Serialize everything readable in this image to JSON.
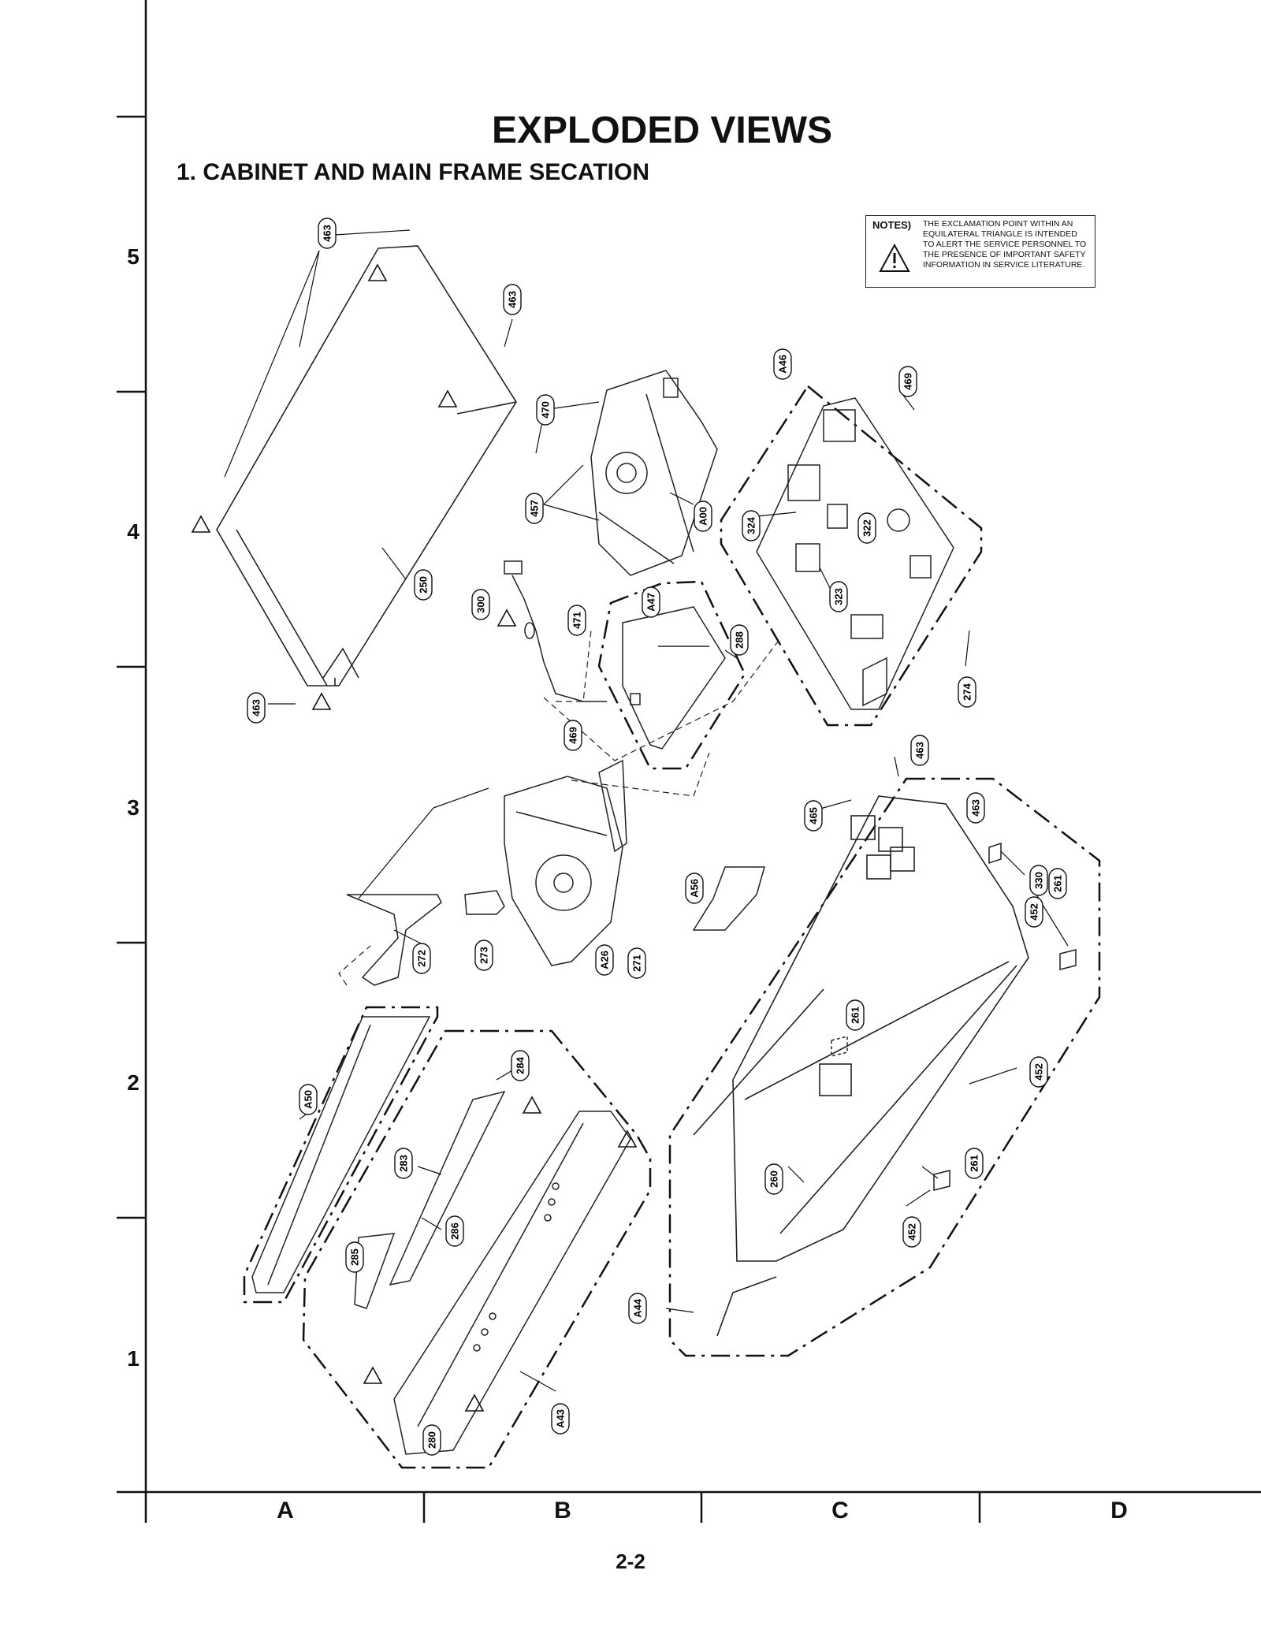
{
  "title": "EXPLODED VIEWS",
  "subtitle": "1. CABINET AND MAIN FRAME SECATION",
  "page_number": "2-2",
  "notes": {
    "heading": "NOTES)",
    "text": "THE EXCLAMATION POINT WITHIN AN EQUILATERAL TRIANGLE IS INTENDED TO ALERT THE SERVICE PERSONNEL TO THE PRESENCE OF IMPORTANT SAFETY INFORMATION IN SERVICE LITERATURE."
  },
  "grid_rows": [
    "5",
    "4",
    "3",
    "2",
    "1"
  ],
  "grid_columns": [
    "A",
    "B",
    "C",
    "D"
  ],
  "part_callouts": [
    "463",
    "463",
    "463",
    "250",
    "300",
    "470",
    "457",
    "A00",
    "A47",
    "471",
    "288",
    "469",
    "A46",
    "469",
    "324",
    "322",
    "323",
    "274",
    "463",
    "272",
    "273",
    "A26",
    "271",
    "A56",
    "465",
    "463",
    "330",
    "261",
    "452",
    "261",
    "452",
    "261",
    "452",
    "260",
    "A44",
    "A50",
    "284",
    "283",
    "286",
    "285",
    "280",
    "A43"
  ]
}
